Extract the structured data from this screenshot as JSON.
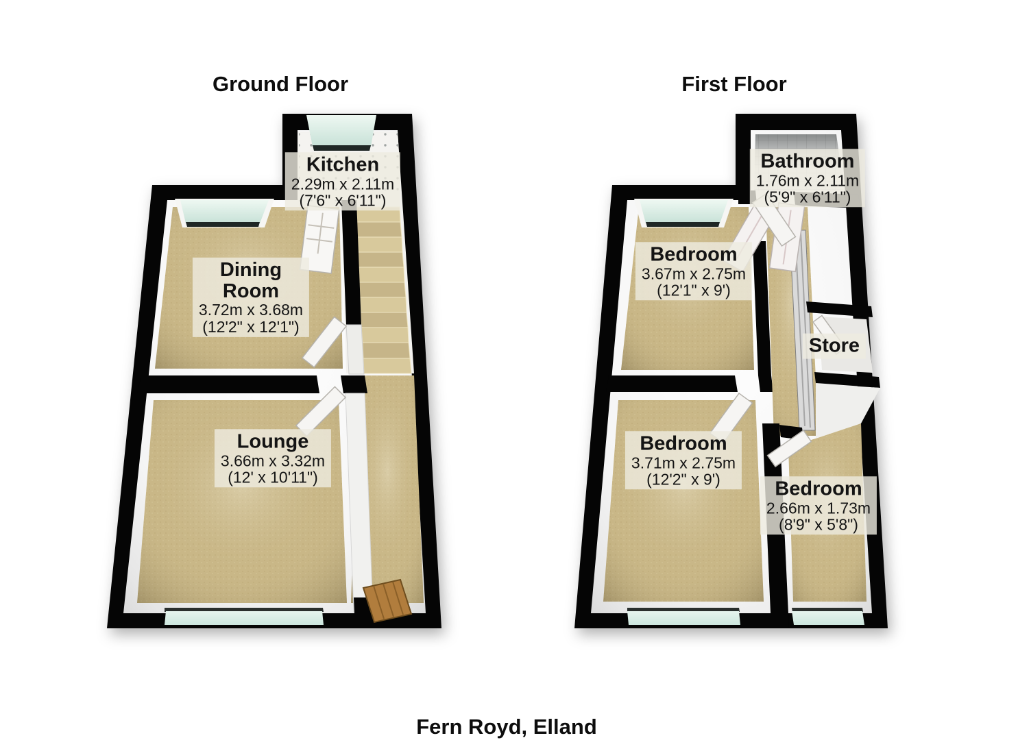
{
  "footer": {
    "caption": "Fern Royd, Elland"
  },
  "floors": [
    {
      "title": "Ground Floor",
      "rooms": [
        {
          "name": "Kitchen",
          "metric": "2.29m x 2.11m",
          "imperial": "(7'6\" x 6'11\")"
        },
        {
          "name": "Dining\nRoom",
          "metric": "3.72m x 3.68m",
          "imperial": "(12'2\" x 12'1\")"
        },
        {
          "name": "Lounge",
          "metric": "3.66m x 3.32m",
          "imperial": "(12' x 10'11\")"
        }
      ]
    },
    {
      "title": "First Floor",
      "rooms": [
        {
          "name": "Bathroom",
          "metric": "1.76m x 2.11m",
          "imperial": "(5'9\" x 6'11\")"
        },
        {
          "name": "Bedroom",
          "metric": "3.67m x 2.75m",
          "imperial": "(12'1\" x 9')"
        },
        {
          "name": "Store"
        },
        {
          "name": "Bedroom",
          "metric": "3.71m x 2.75m",
          "imperial": "(12'2\" x 9')"
        },
        {
          "name": "Bedroom",
          "metric": "2.66m x 1.73m",
          "imperial": "(8'9\" x 5'8\")"
        }
      ]
    }
  ],
  "colors": {
    "background": "#ffffff",
    "wall": "#050505",
    "inner_wall_face": "#f4f4f4",
    "carpet_floor": "#c9b787",
    "window_glass": "#d9ece4",
    "window_sill": "#1f2725",
    "bathroom_tile": "#ececec",
    "stair_tread": "#d8c99c",
    "door_leaf": "#f7f6f4",
    "door_mat": "#b17d3d",
    "label_background": "#eeebE0"
  }
}
